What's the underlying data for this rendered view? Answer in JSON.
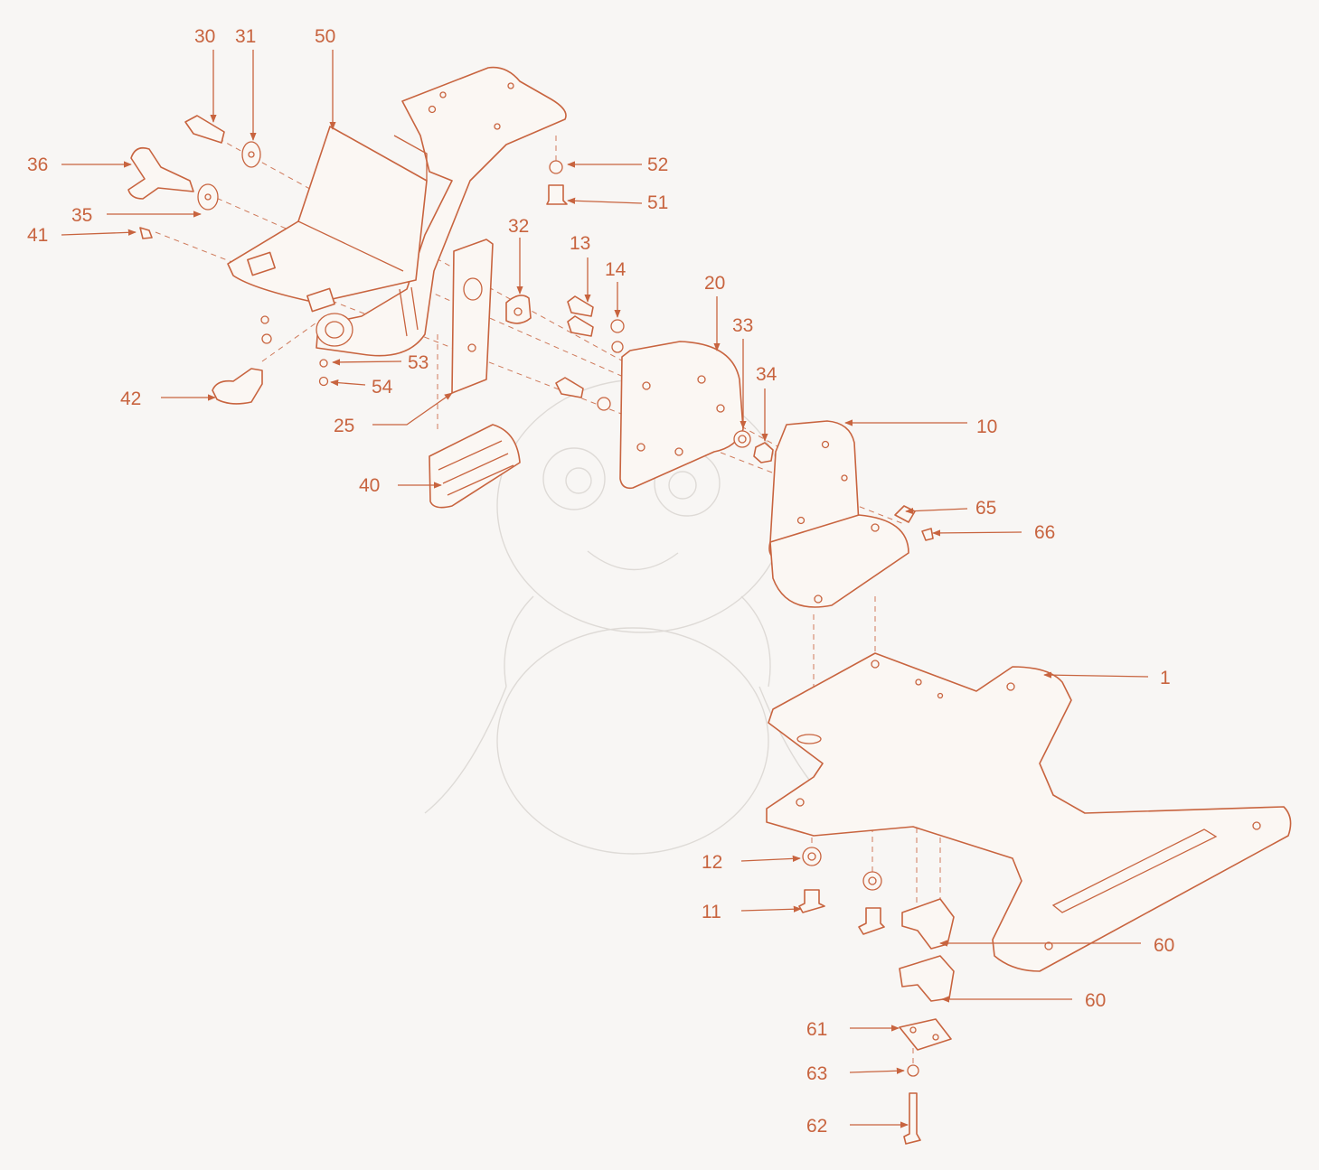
{
  "colors": {
    "accent": "#c8643f",
    "background": "#f8f6f4"
  },
  "callouts": [
    "30",
    "31",
    "50",
    "36",
    "35",
    "41",
    "52",
    "51",
    "32",
    "13",
    "14",
    "20",
    "33",
    "34",
    "10",
    "53",
    "54",
    "42",
    "25",
    "40",
    "65",
    "66",
    "1",
    "12",
    "11",
    "60",
    "60",
    "61",
    "63",
    "62"
  ]
}
